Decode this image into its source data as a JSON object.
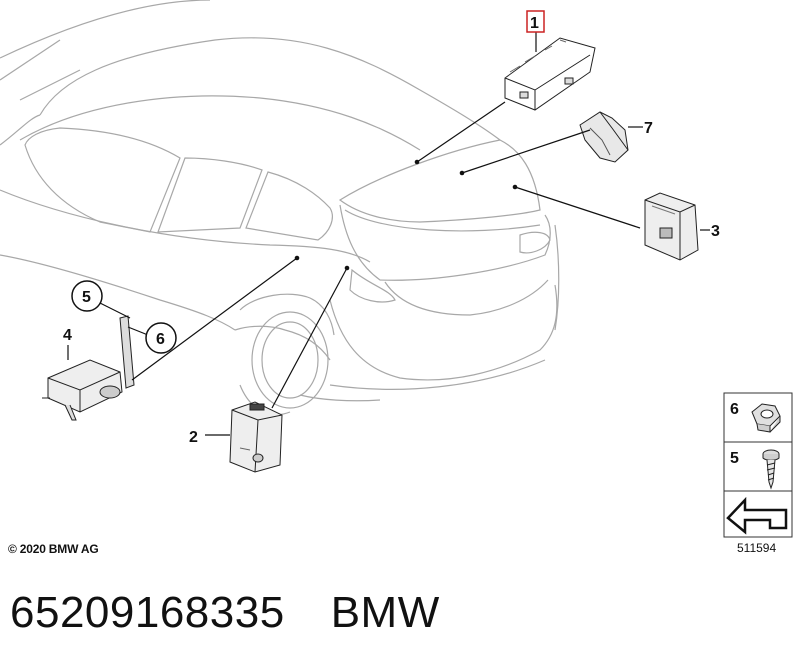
{
  "callouts": {
    "c1": "1",
    "c2": "2",
    "c3": "3",
    "c4": "4",
    "c5": "5",
    "c6": "6",
    "c7": "7"
  },
  "legend": {
    "nut_label": "6",
    "screw_label": "5"
  },
  "copyright": "© 2020 BMW AG",
  "diagram_ref": "511594",
  "part_number": "65209168335",
  "brand": "BMW",
  "colors": {
    "callout_highlight": "#cc2222",
    "line_art": "#9a9a9a",
    "leader": "#111111"
  }
}
